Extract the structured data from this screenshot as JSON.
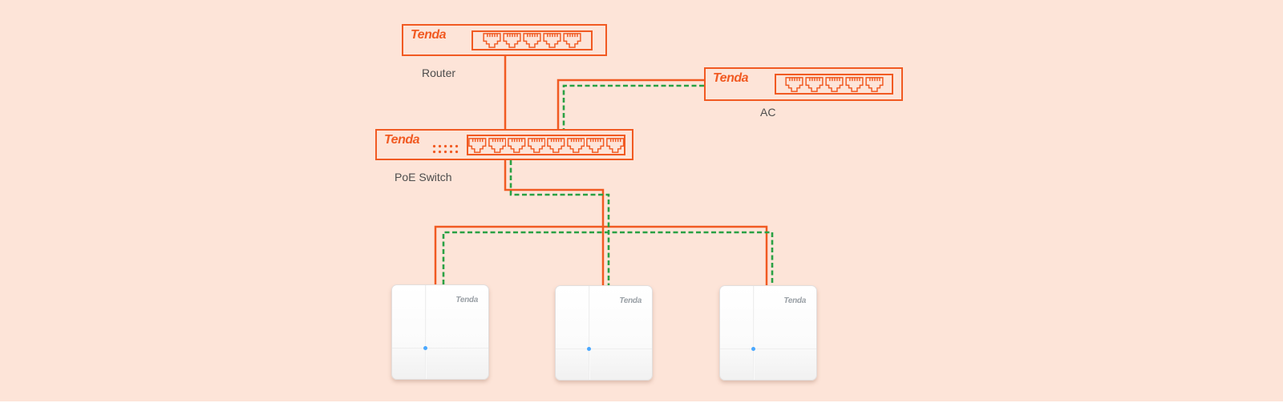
{
  "colors": {
    "background": "#fde4d8",
    "orange": "#f15a22",
    "green": "#2aa144",
    "label_text": "#4d4d4d",
    "ap_logo_gray": "#9aa0a6",
    "led_blue": "#4aa8ff"
  },
  "devices": {
    "router": {
      "brand": "Tenda",
      "label": "Router",
      "ports": 5
    },
    "ac": {
      "brand": "Tenda",
      "label": "AC",
      "ports": 5
    },
    "poe_switch": {
      "brand": "Tenda",
      "label": "PoE Switch",
      "ports": 8
    },
    "access_points": [
      {
        "brand": "Tenda"
      },
      {
        "brand": "Tenda"
      },
      {
        "brand": "Tenda"
      }
    ]
  },
  "connections": [
    {
      "from": "Router",
      "to": "PoE Switch",
      "styles": [
        "orange-solid"
      ]
    },
    {
      "from": "AC",
      "to": "PoE Switch",
      "styles": [
        "orange-solid",
        "green-dashed"
      ]
    },
    {
      "from": "PoE Switch",
      "to": "Access Point 1",
      "styles": [
        "orange-solid",
        "green-dashed"
      ]
    },
    {
      "from": "PoE Switch",
      "to": "Access Point 2",
      "styles": [
        "orange-solid",
        "green-dashed"
      ]
    },
    {
      "from": "PoE Switch",
      "to": "Access Point 3",
      "styles": [
        "orange-solid",
        "green-dashed"
      ]
    }
  ]
}
